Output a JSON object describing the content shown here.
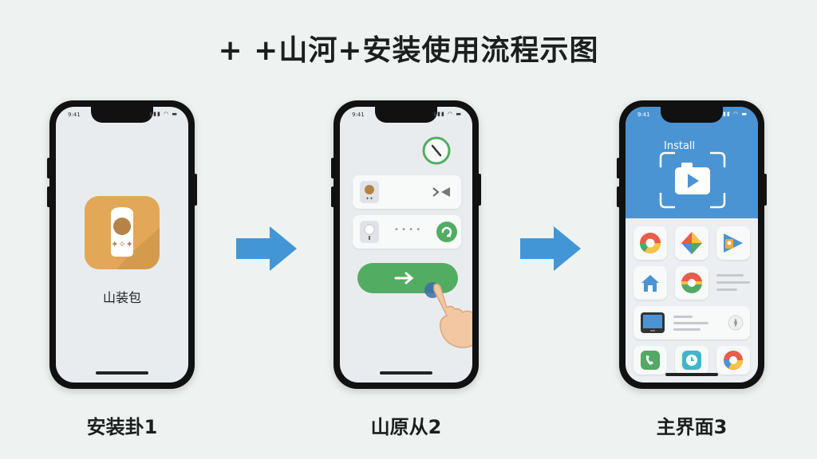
{
  "title": "+ +山河+安装使用流程示图",
  "steps": [
    {
      "caption": "安装卦1",
      "status_time": "9:41",
      "status_icons": "▮▮▮ ◠ ▬",
      "app_label": "山装包"
    },
    {
      "caption": "山原从2",
      "status_time": "9:41",
      "status_icons": "▮▮▮ ◠ ▬",
      "progress_dots": "• • • •"
    },
    {
      "caption": "主界面3",
      "status_time": "9:41",
      "status_icons": "▮▮▮ ◠ ▬",
      "header_text": "Install"
    }
  ],
  "colors": {
    "background": "#eef3f1",
    "arrow": "#4396d6",
    "app_icon": "#e2a857",
    "go_button": "#52ad62",
    "header_blue": "#4b94d3"
  }
}
